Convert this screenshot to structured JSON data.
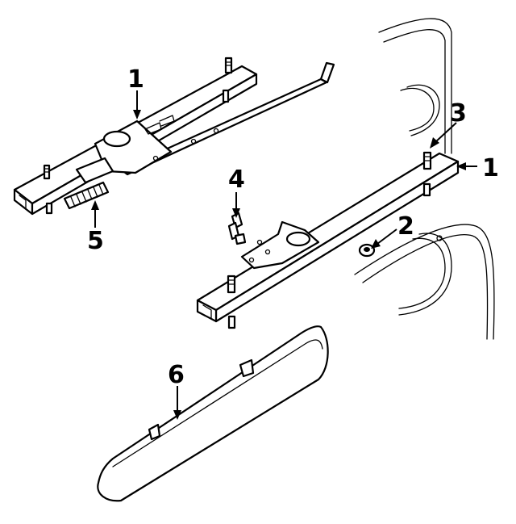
{
  "callouts": [
    {
      "id": "1a",
      "label": "1"
    },
    {
      "id": "1b",
      "label": "1"
    },
    {
      "id": "2",
      "label": "2"
    },
    {
      "id": "3",
      "label": "3"
    },
    {
      "id": "4",
      "label": "4"
    },
    {
      "id": "5",
      "label": "5"
    },
    {
      "id": "6",
      "label": "6"
    }
  ]
}
